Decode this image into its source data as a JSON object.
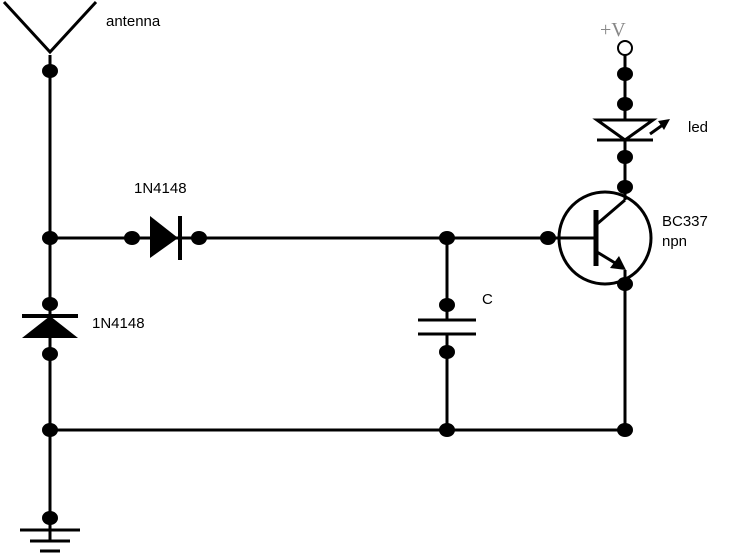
{
  "labels": {
    "antenna": "antenna",
    "diode1": "1N4148",
    "diode2": "1N4148",
    "capacitor": "C",
    "transistor_line1": "BC337",
    "transistor_line2": "npn",
    "led": "led",
    "supply": "+V"
  },
  "colors": {
    "wire": "#000000",
    "supply_text": "#888888",
    "background": "#ffffff"
  },
  "components": [
    "antenna-icon",
    "diode-icon",
    "diode-icon",
    "capacitor-icon",
    "npn-transistor-icon",
    "led-icon",
    "ground-icon"
  ]
}
